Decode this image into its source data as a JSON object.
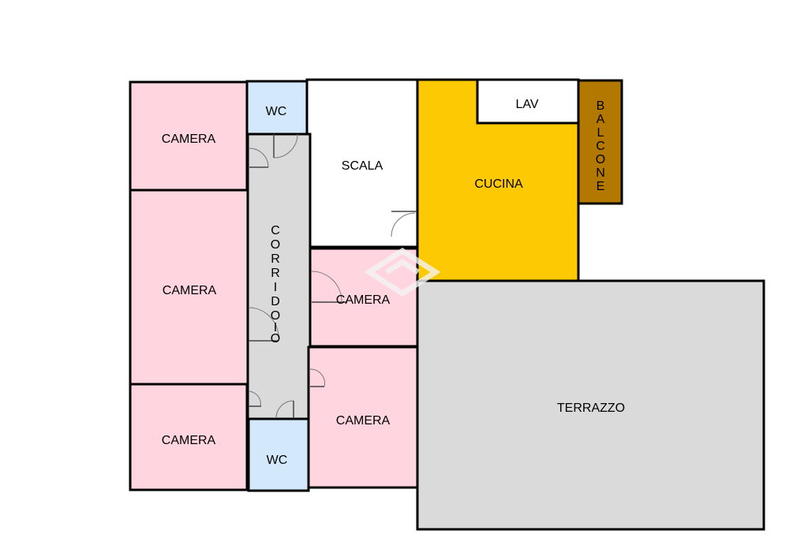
{
  "floorplan": {
    "rooms": {
      "camera_1": {
        "label": "CAMERA",
        "color": "#ffd5df"
      },
      "camera_2": {
        "label": "CAMERA",
        "color": "#ffd5df"
      },
      "camera_3": {
        "label": "CAMERA",
        "color": "#ffd5df"
      },
      "camera_4": {
        "label": "CAMERA",
        "color": "#ffd5df"
      },
      "camera_5": {
        "label": "CAMERA",
        "color": "#ffd5df"
      },
      "wc_1": {
        "label": "WC",
        "color": "#d3e9fb"
      },
      "wc_2": {
        "label": "WC",
        "color": "#d3e9fb"
      },
      "scala": {
        "label": "SCALA",
        "color": "#ffffff"
      },
      "lav": {
        "label": "LAV",
        "color": "#ffffff"
      },
      "cucina": {
        "label": "CUCINA",
        "color": "#fdc902"
      },
      "terrazzo": {
        "label": "TERRAZZO",
        "color": "#dadada"
      },
      "corridoio": {
        "label": "CORRIDOIO",
        "letters": [
          "C",
          "O",
          "R",
          "R",
          "I",
          "D",
          "O",
          "I",
          "O"
        ],
        "color": "#dadada"
      },
      "balcone": {
        "label": "BALCONE",
        "letters": [
          "B",
          "A",
          "L",
          "C",
          "O",
          "N",
          "E"
        ],
        "color": "#b37800"
      }
    }
  }
}
